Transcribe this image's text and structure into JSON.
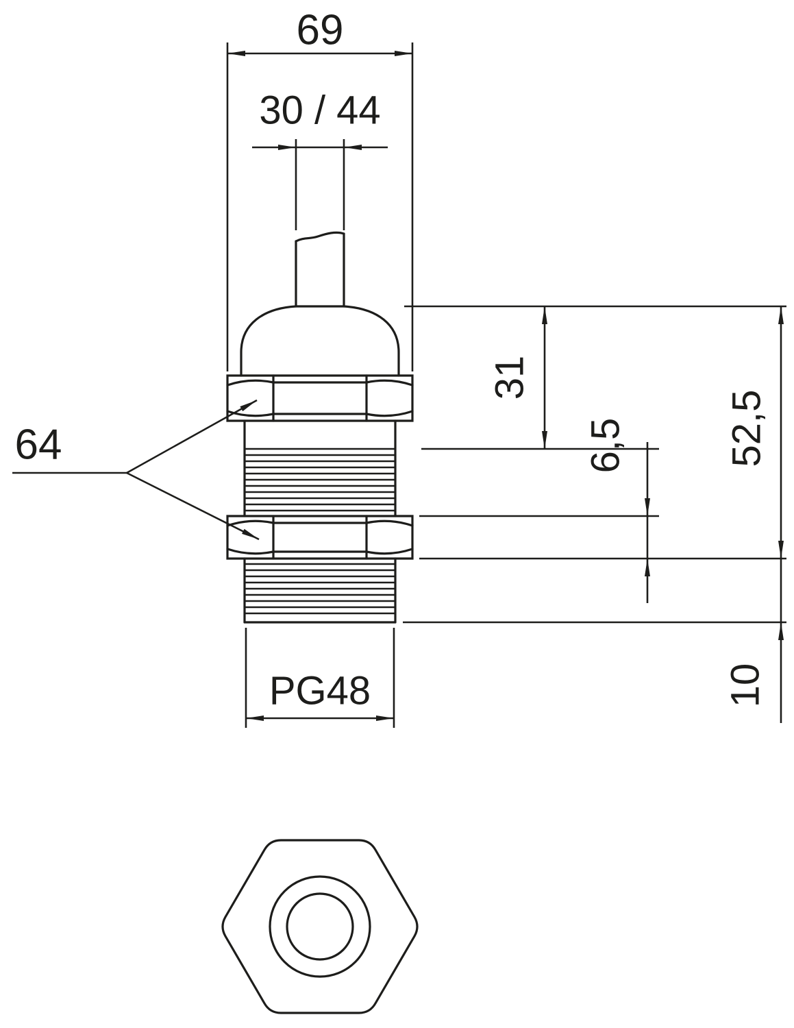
{
  "meta": {
    "title": "PG48 cable gland dimensional drawing",
    "background_color": "#ffffff",
    "line_color": "#1d1d1b",
    "views": [
      "side-elevation",
      "bottom-hex-view"
    ]
  },
  "dimensions": {
    "overall_width": "69",
    "clamping_range": "30 / 44",
    "wrench_size": "64",
    "upper_height": "31",
    "locknut_height": "6,5",
    "total_height": "52,5",
    "thread_length": "10",
    "thread_size": "PG48"
  }
}
